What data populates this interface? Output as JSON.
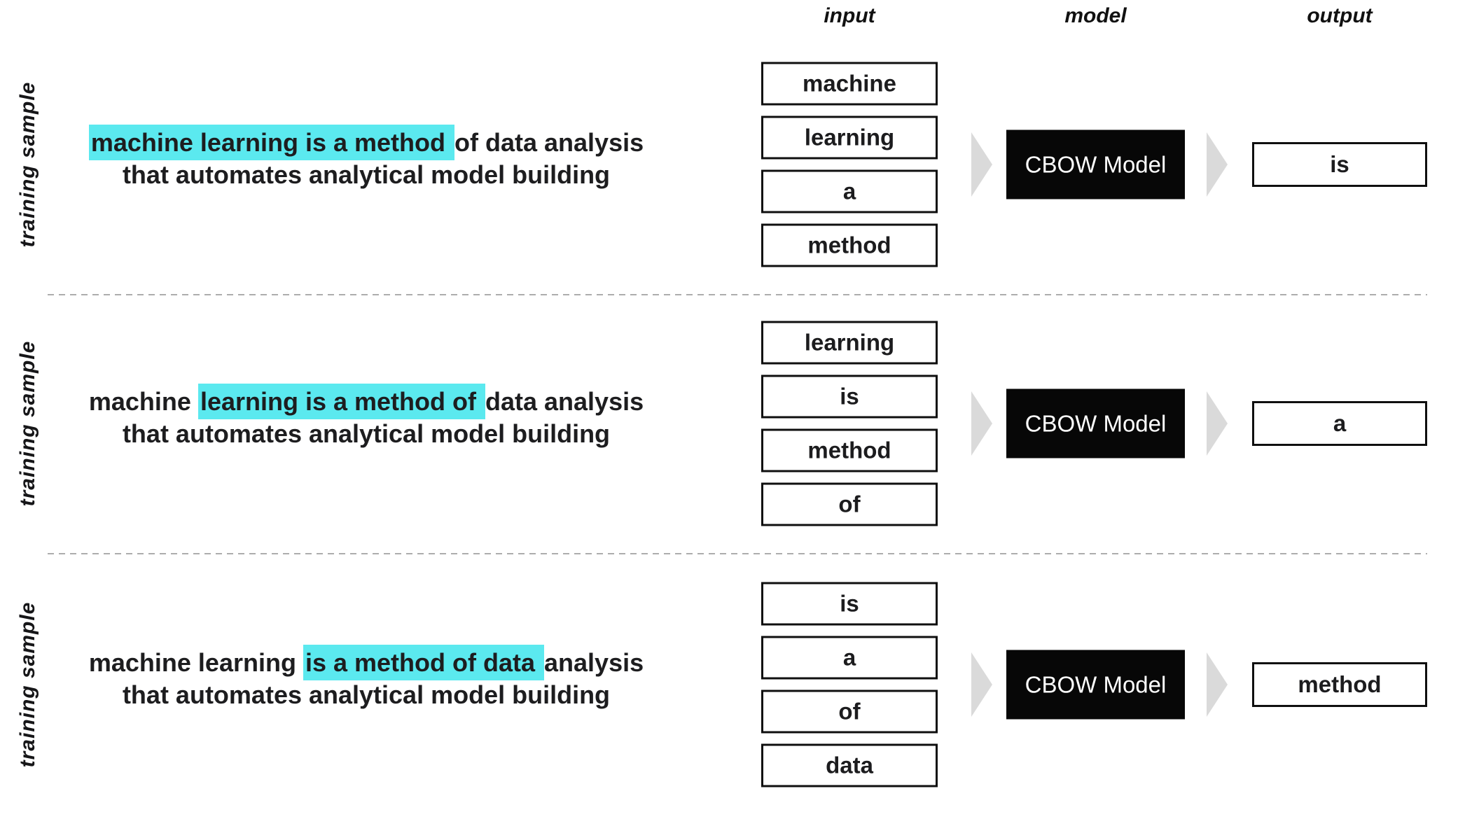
{
  "colors": {
    "highlight": "#5BE9EF",
    "text": "#1d1d1f",
    "box_border": "#0f0f0f",
    "model_bg": "#070707",
    "model_text": "#ffffff",
    "arrow": "#dadada",
    "divider": "#adadad",
    "page_bg": "#ffffff"
  },
  "headers": {
    "input": "input",
    "model": "model",
    "output": "output"
  },
  "rows": [
    {
      "label": "training sample",
      "sentence": {
        "line1_pre": "",
        "line1_highlight": "machine learning is a method ",
        "line1_post": "of data analysis",
        "line2": "that automates analytical model building"
      },
      "inputs": [
        "machine",
        "learning",
        "a",
        "method"
      ],
      "model": "CBOW Model",
      "output": "is"
    },
    {
      "label": "training sample",
      "sentence": {
        "line1_pre": "machine ",
        "line1_highlight": "learning is a method of ",
        "line1_post": "data analysis",
        "line2": "that automates analytical model building"
      },
      "inputs": [
        "learning",
        "is",
        "method",
        "of"
      ],
      "model": "CBOW Model",
      "output": "a"
    },
    {
      "label": "training sample",
      "sentence": {
        "line1_pre": "machine learning ",
        "line1_highlight": "is a method of data ",
        "line1_post": "analysis",
        "line2": "that automates analytical model building"
      },
      "inputs": [
        "is",
        "a",
        "of",
        "data"
      ],
      "model": "CBOW Model",
      "output": "method"
    }
  ]
}
